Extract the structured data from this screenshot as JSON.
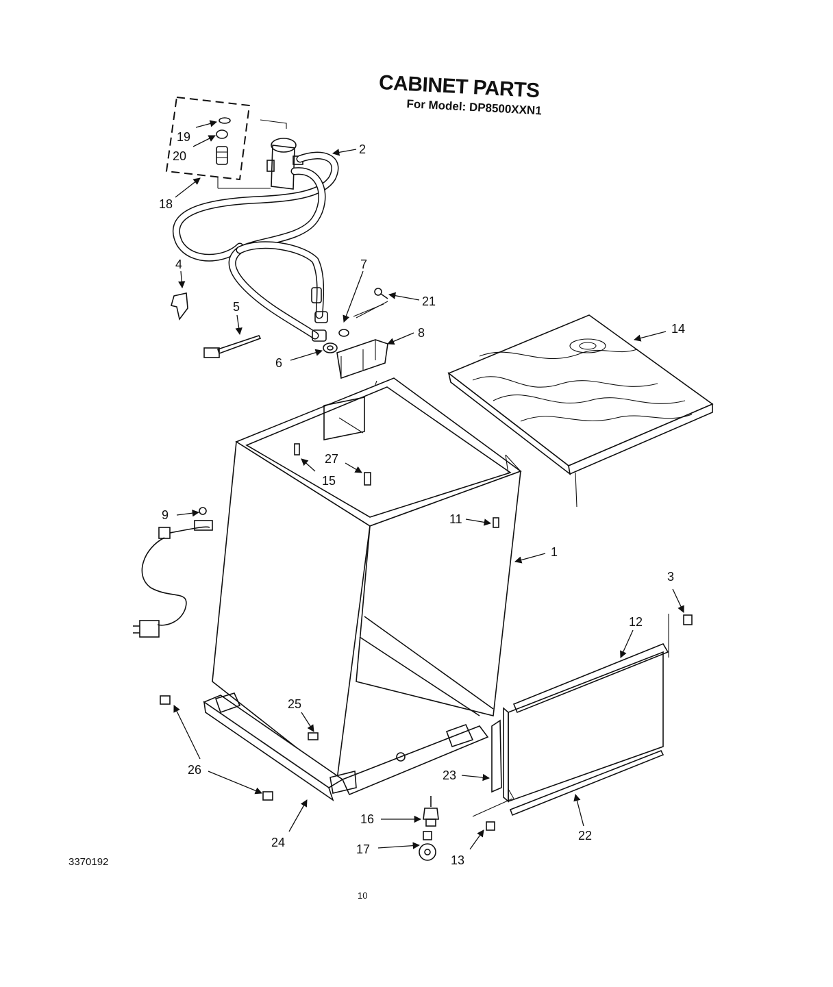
{
  "header": {
    "title": "CABINET PARTS",
    "subtitle": "For Model: DP8500XXN1"
  },
  "footer": {
    "document_number": "3370192",
    "page_number": "10"
  },
  "callouts": [
    {
      "id": "c1",
      "text": "1"
    },
    {
      "id": "c2",
      "text": "2"
    },
    {
      "id": "c3",
      "text": "3"
    },
    {
      "id": "c4",
      "text": "4"
    },
    {
      "id": "c5",
      "text": "5"
    },
    {
      "id": "c6",
      "text": "6"
    },
    {
      "id": "c7",
      "text": "7"
    },
    {
      "id": "c8",
      "text": "8"
    },
    {
      "id": "c9",
      "text": "9"
    },
    {
      "id": "c11",
      "text": "11"
    },
    {
      "id": "c12",
      "text": "12"
    },
    {
      "id": "c13",
      "text": "13"
    },
    {
      "id": "c14",
      "text": "14"
    },
    {
      "id": "c15",
      "text": "15"
    },
    {
      "id": "c16",
      "text": "16"
    },
    {
      "id": "c17",
      "text": "17"
    },
    {
      "id": "c18",
      "text": "18"
    },
    {
      "id": "c19",
      "text": "19"
    },
    {
      "id": "c20",
      "text": "20"
    },
    {
      "id": "c21",
      "text": "21"
    },
    {
      "id": "c22",
      "text": "22"
    },
    {
      "id": "c23",
      "text": "23"
    },
    {
      "id": "c24",
      "text": "24"
    },
    {
      "id": "c25",
      "text": "25"
    },
    {
      "id": "c26",
      "text": "26"
    },
    {
      "id": "c27",
      "text": "27"
    }
  ]
}
